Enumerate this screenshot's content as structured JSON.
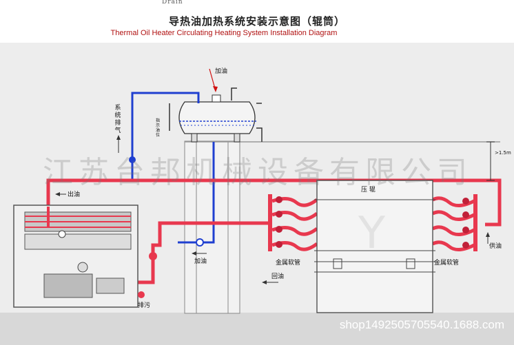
{
  "header": {
    "title_cn": "导热油加热系统安装示意图（辊筒）",
    "title_en": "Thermal Oil Heater Circulating Heating System Installation Diagram",
    "drain_top": "Drain"
  },
  "labels": {
    "add_oil_top": "加油",
    "system_vent": "系统排气",
    "level_gauge": "指示油位",
    "out_oil": "出油",
    "press_roll": "压  辊",
    "add_oil_bottom": "加油",
    "metal_hose_left": "金属软管",
    "metal_hose_right": "金属软管",
    "return_oil": "回油",
    "supply_oil": "供油",
    "blowdown": "排污",
    "height_dim": ">1.5m",
    "watermark": "江苏台邦机械设备有限公司",
    "shop_url": "shop1492505705540.1688.com"
  },
  "colors": {
    "hot_pipe": "#e8384e",
    "cold_pipe": "#1f3fd0",
    "title_en": "#b01010"
  }
}
